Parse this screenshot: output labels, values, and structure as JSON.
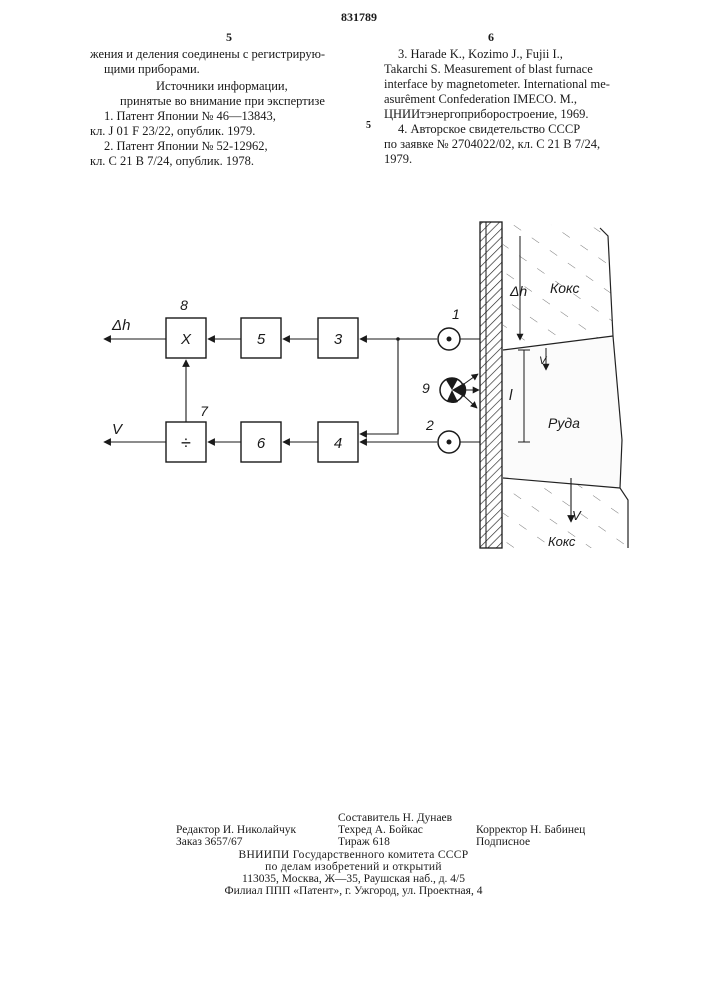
{
  "header": {
    "patent_number": "831789",
    "left_page": "5",
    "right_page": "6"
  },
  "left_column": {
    "lines": [
      "жения и деления соединены с регистрирую-",
      "щими приборами."
    ],
    "sources_heading": "Источники информации,",
    "sources_subheading": "принятые во внимание при экспертизе",
    "refs": [
      "1. Патент Японии № 46—13843,",
      "кл. J 01 F 23/22, опублик. 1979.",
      "2. Патент Японии № 52-12962,",
      "кл. С 21 В 7/24, опублик. 1978."
    ]
  },
  "right_column": {
    "refs": [
      "3. Harade K., Kozimo J., Fujii I.,",
      "Takarchi S. Measurement of blast furnace",
      "interface by magnetometer. International me-",
      "asurêment Confederation IMECO. M.,",
      "ЦНИИтэнергоприборостроение, 1969.",
      "4. Авторское свидетельство СССР",
      "по заявке № 2704022/02, кл. С 21 В 7/24,",
      "1979."
    ],
    "line_marker": "5"
  },
  "figure": {
    "output_dh": "Δh",
    "output_v": "V",
    "blocks": {
      "multiplier": {
        "num": "8",
        "symbol": "X"
      },
      "b5": "5",
      "b3": "3",
      "divider": {
        "num": "7",
        "symbol": "÷"
      },
      "b6": "6",
      "b4": "4"
    },
    "sensor1": "1",
    "sensor2": "2",
    "source9": "9",
    "furnace": {
      "dh": "Δh",
      "coke_top": "Кокс",
      "l": "l",
      "ore": "Руда",
      "v_small": "V",
      "v_big": "V",
      "coke_bottom": "Кокс"
    }
  },
  "imprint": {
    "compiler": "Составитель Н. Дунаев",
    "editor": "Редактор И. Николайчук",
    "techred": "Техред А. Бойкас",
    "corrector": "Корректор Н. Бабинец",
    "order": "Заказ 3657/67",
    "run": "Тираж 618",
    "subscription": "Подписное",
    "org_line1": "ВНИИПИ Государственного комитета СССР",
    "org_line2": "по делам изобретений и открытий",
    "org_line3": "113035, Москва, Ж—35, Раушская наб., д. 4/5",
    "branch": "Филиал ППП «Патент», г. Ужгород, ул. Проектная, 4"
  }
}
